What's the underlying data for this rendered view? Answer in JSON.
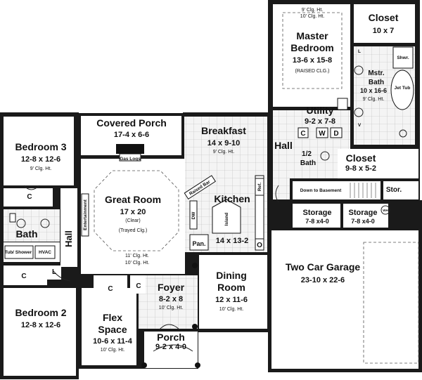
{
  "rooms": {
    "master": {
      "name": "Master Bedroom",
      "name1": "Master",
      "name2": "Bedroom",
      "size": "13-6 x 15-8",
      "note": "(RAISED CLG.)",
      "clg1": "9' Clg. Ht.",
      "clg2": "10' Clg. Ht."
    },
    "closet_master": {
      "name": "Closet",
      "size": "10 x 7"
    },
    "mstr_bath": {
      "name1": "Mstr.",
      "name2": "Bath",
      "size": "10 x 16-6",
      "clg": "9' Clg. Ht."
    },
    "utility": {
      "name": "Utility",
      "size": "9-2 x 7-8"
    },
    "covered_porch": {
      "name": "Covered Porch",
      "size": "17-4 x 6-6"
    },
    "breakfast": {
      "name": "Breakfast",
      "size": "14 x 9-10",
      "clg": "9' Clg. Ht."
    },
    "bedroom3": {
      "name": "Bedroom 3",
      "size": "12-8 x 12-6",
      "clg": "9' Clg. Ht."
    },
    "great_room": {
      "name": "Great Room",
      "size": "17 x 20",
      "note1": "(Clear)",
      "note2": "(Trayed Clg.)",
      "clg1": "11' Clg. Ht.",
      "clg2": "10' Clg. Ht."
    },
    "kitchen": {
      "name": "Kitchen",
      "size": "14 x 13-2"
    },
    "hall_main": {
      "name": "Hall"
    },
    "half_bath": {
      "name1": "1/2",
      "name2": "Bath"
    },
    "closet_hall": {
      "name": "Closet",
      "size": "9-8 x 5-2"
    },
    "storage_main": {
      "name": "Stor."
    },
    "bath": {
      "name": "Bath"
    },
    "hall_left": {
      "name": "Hall"
    },
    "storage1": {
      "name": "Storage",
      "size": "7-8 x4-0"
    },
    "storage2": {
      "name": "Storage",
      "size": "7-8 x4-0"
    },
    "garage": {
      "name": "Two Car Garage",
      "size": "23-10 x 22-6"
    },
    "dining": {
      "name1": "Dining",
      "name2": "Room",
      "size": "12 x 11-6",
      "clg": "10' Clg. Ht."
    },
    "foyer": {
      "name": "Foyer",
      "size": "8-2 x 8",
      "clg": "10' Clg. Ht."
    },
    "bedroom2": {
      "name": "Bedroom 2",
      "size": "12-8 x 12-6"
    },
    "flex": {
      "name1": "Flex",
      "name2": "Space",
      "size": "10-6 x 11-4",
      "clg": "10' Clg. Ht."
    },
    "porch": {
      "name": "Porch",
      "size": "9-2 x 4-0"
    }
  },
  "labels": {
    "gas_logs": "Gas Logs",
    "entertainment": "Entertainment",
    "raised_bar": "Raised Bar",
    "island": "Island",
    "ref": "Ref.",
    "dw": "DW",
    "pan": "Pan.",
    "oven": "O",
    "down_to_basement": "Down to Basement",
    "hvac": "HVAC",
    "tub_shower": "Tub/ Shower",
    "shwr": "Shwr.",
    "jet_tub": "Jet Tub",
    "wh": "WH",
    "w": "W",
    "d": "D",
    "c": "C",
    "l": "L",
    "v": "V"
  }
}
